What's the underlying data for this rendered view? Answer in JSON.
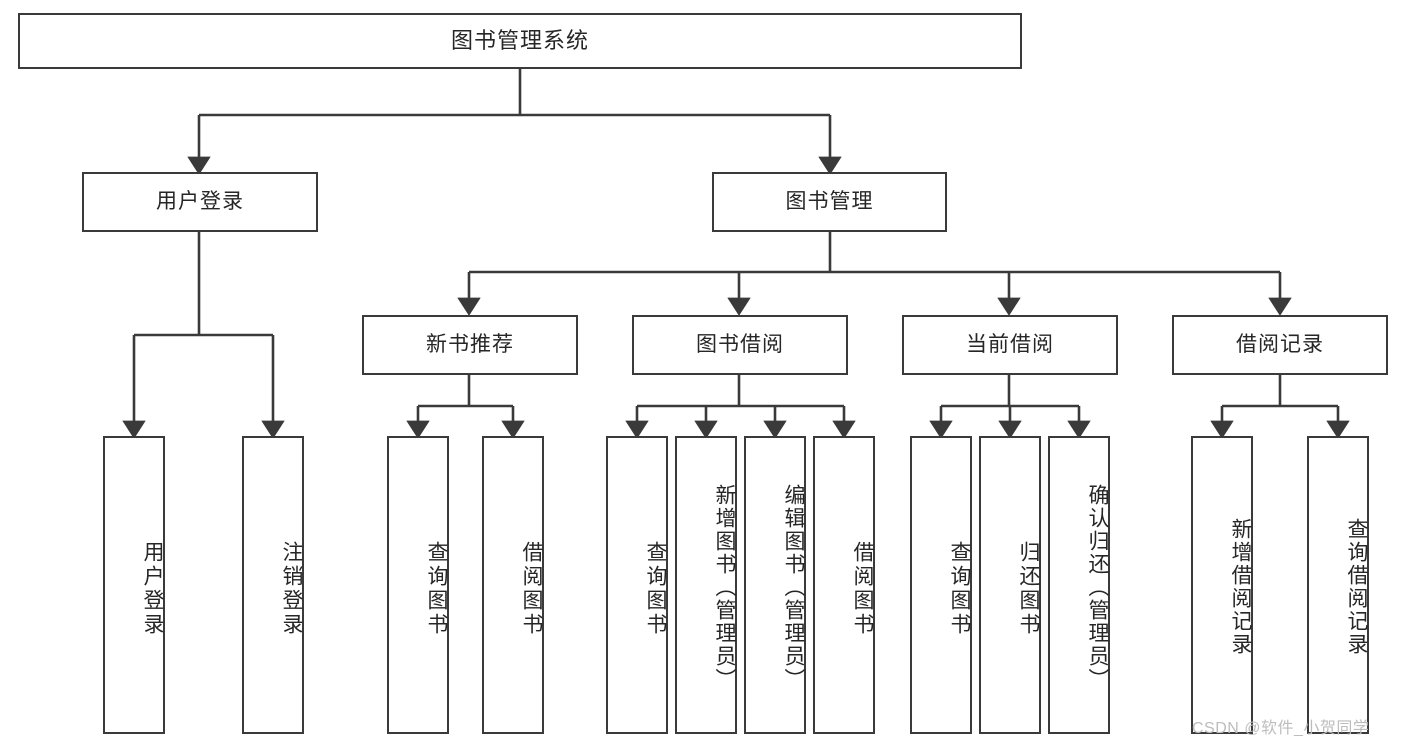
{
  "diagram": {
    "title": "图书管理系统",
    "type": "tree-hierarchy",
    "root": {
      "label": "图书管理系统"
    },
    "level1": [
      {
        "label": "用户登录"
      },
      {
        "label": "图书管理"
      }
    ],
    "level2": [
      {
        "label": "新书推荐"
      },
      {
        "label": "图书借阅"
      },
      {
        "label": "当前借阅"
      },
      {
        "label": "借阅记录"
      }
    ],
    "leaves": {
      "user_login": [
        {
          "label": "用户登录"
        },
        {
          "label": "注销登录"
        }
      ],
      "new_book_recommend": [
        {
          "label": "查询图书"
        },
        {
          "label": "借阅图书"
        }
      ],
      "book_borrow": [
        {
          "label": "查询图书"
        },
        {
          "label": "新增图书（管理员）"
        },
        {
          "label": "编辑图书（管理员）"
        },
        {
          "label": "借阅图书"
        }
      ],
      "current_borrow": [
        {
          "label": "查询图书"
        },
        {
          "label": "归还图书"
        },
        {
          "label": "确认归还（管理员）"
        }
      ],
      "borrow_record": [
        {
          "label": "新增借阅记录"
        },
        {
          "label": "查询借阅记录"
        }
      ]
    }
  },
  "watermark": {
    "text": "CSDN @软件_小贺同学"
  },
  "colors": {
    "stroke": "#3a3a3a",
    "fill": "#ffffff",
    "text": "#262626",
    "watermark": "#bdbdbd"
  }
}
